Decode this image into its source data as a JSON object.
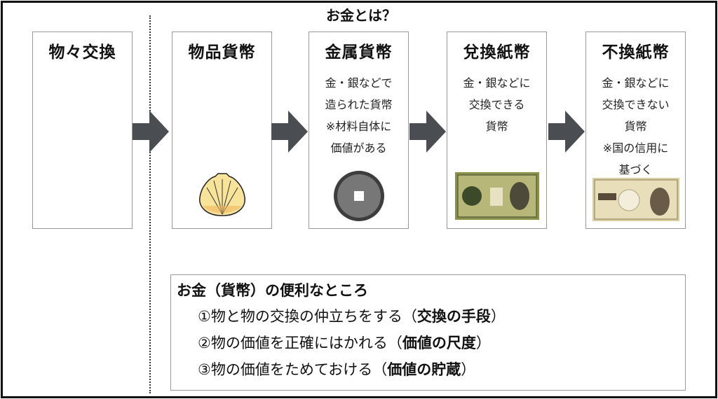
{
  "title": "お金とは？",
  "stages": [
    {
      "heading": "物々交換",
      "desc": [],
      "image": "none"
    },
    {
      "heading": "物品貨幣",
      "desc": [],
      "image": "shell-icon"
    },
    {
      "heading": "金属貨幣",
      "desc": [
        "金・銀などで",
        "造られた貨幣",
        "※材料自体に",
        "価値がある"
      ],
      "image": "coin-icon"
    },
    {
      "heading": "兌換紙幣",
      "desc": [
        "金・銀などに",
        "交換できる",
        "貨幣"
      ],
      "image": "old-banknote-icon"
    },
    {
      "heading": "不換紙幣",
      "desc": [
        "金・銀などに",
        "交換できない",
        "貨幣",
        "※国の信用に",
        "基づく"
      ],
      "image": "banknote-icon"
    }
  ],
  "benefits": {
    "heading": "お金（貨幣）の便利なところ",
    "items": [
      {
        "text": "①物と物の交換の仲立ちをする（",
        "bold": "交換の手段",
        "close": "）"
      },
      {
        "text": "②物の価値を正確にはかれる（",
        "bold": "価値の尺度",
        "close": "）"
      },
      {
        "text": "③物の価値をためておける（",
        "bold": "価値の貯蔵",
        "close": "）"
      }
    ]
  },
  "colors": {
    "arrow": "#4a4d52",
    "box_border": "#999999",
    "shell": "#f7e39a",
    "coin": "#555555",
    "old_note": "#8a8f4a",
    "new_note": "#d9cfa0"
  }
}
